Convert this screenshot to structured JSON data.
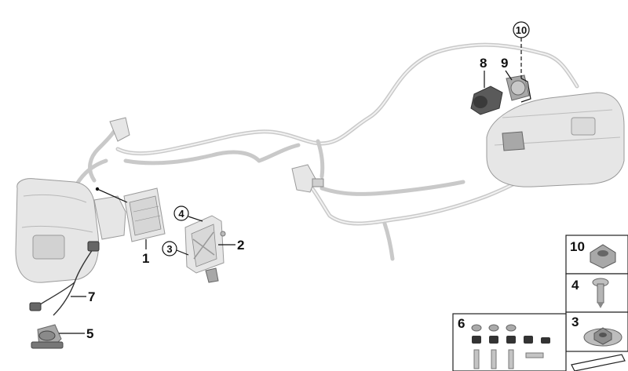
{
  "callouts": {
    "c1": "1",
    "c2": "2",
    "c3": "3",
    "c4": "4",
    "c5": "5",
    "c7": "7",
    "c8": "8",
    "c9": "9",
    "c10": "10"
  },
  "legend": {
    "box10": "10",
    "box4": "4",
    "box3": "3",
    "box6": "6"
  },
  "colors": {
    "line": "#111111",
    "tube": "#c9c9c9",
    "part": "#e6e6e6",
    "dark_part": "#5a5a5a"
  }
}
